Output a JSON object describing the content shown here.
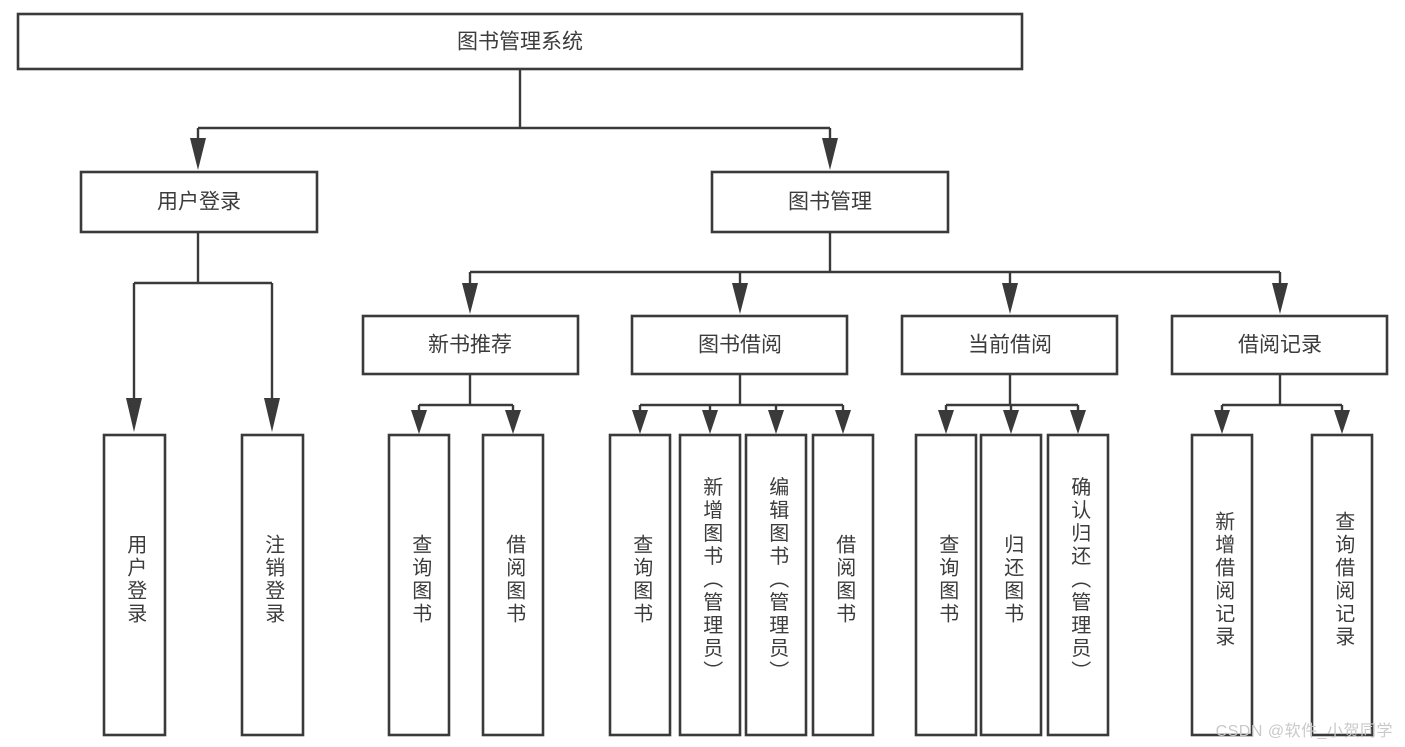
{
  "diagram": {
    "type": "tree-hierarchy",
    "title": "图书管理系统",
    "watermark": "CSDN @软件_小贺同学",
    "colors": {
      "stroke": "#3a3a3a",
      "fill": "#ffffff",
      "text": "#3c3c3c",
      "watermark": "#c9c9c9"
    },
    "levels": {
      "root": {
        "label": "图书管理系统"
      },
      "level2": [
        {
          "label": "用户登录"
        },
        {
          "label": "图书管理"
        }
      ],
      "level3": [
        {
          "label": "新书推荐"
        },
        {
          "label": "图书借阅"
        },
        {
          "label": "当前借阅"
        },
        {
          "label": "借阅记录"
        }
      ],
      "leaves": [
        {
          "label": "用户登录",
          "parent": "用户登录"
        },
        {
          "label": "注销登录",
          "parent": "用户登录"
        },
        {
          "label": "查询图书",
          "parent": "新书推荐"
        },
        {
          "label": "借阅图书",
          "parent": "新书推荐"
        },
        {
          "label": "查询图书",
          "parent": "图书借阅"
        },
        {
          "label": "新增图书（管理员）",
          "parent": "图书借阅"
        },
        {
          "label": "编辑图书（管理员）",
          "parent": "图书借阅"
        },
        {
          "label": "借阅图书",
          "parent": "图书借阅"
        },
        {
          "label": "查询图书",
          "parent": "当前借阅"
        },
        {
          "label": "归还图书",
          "parent": "当前借阅"
        },
        {
          "label": "确认归还（管理员）",
          "parent": "当前借阅"
        },
        {
          "label": "新增借阅记录",
          "parent": "借阅记录"
        },
        {
          "label": "查询借阅记录",
          "parent": "借阅记录"
        }
      ]
    }
  }
}
